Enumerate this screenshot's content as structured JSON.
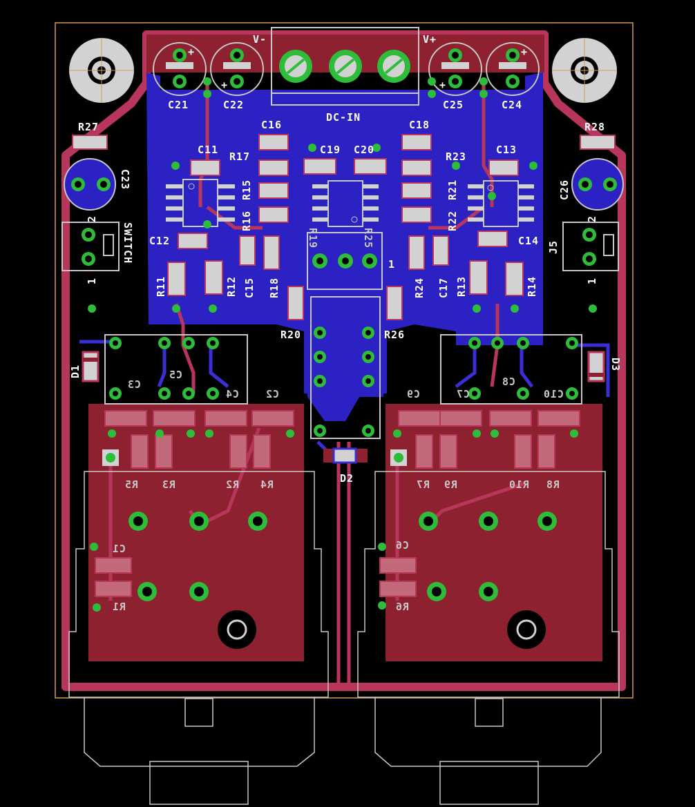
{
  "board": {
    "colors": {
      "background": "#000000",
      "top_copper": "#8e2130",
      "top_trace": "#b8365c",
      "bottom_copper": "#2c22c4",
      "bottom_trace": "#3a2fd6",
      "pad_ring": "#2dbd3a",
      "pad_body": "#d2d2d2",
      "silkscreen": "#c8c8c8",
      "outline": "#d69a55"
    },
    "labels": {
      "vminus": "V-",
      "vplus": "V+",
      "dcin": "DC-IN",
      "c21": "C21",
      "c22": "C22",
      "c25": "C25",
      "c24": "C24",
      "r27": "R27",
      "r28": "R28",
      "c23": "C23",
      "c26": "C26",
      "c16": "C16",
      "c18": "C18",
      "c11": "C11",
      "c13": "C13",
      "c19": "C19",
      "c20": "C20",
      "r17": "R17",
      "r23": "R23",
      "r15": "R15",
      "r21": "R21",
      "r16": "R16",
      "r22": "R22",
      "r19": "R19",
      "r25": "R25",
      "c12": "C12",
      "c14": "C14",
      "switch": "SWITCH",
      "j5": "J5",
      "pin1_left": "1",
      "pin2_left": "2",
      "pin1_right": "1",
      "pin2_right": "2",
      "r11": "R11",
      "r12": "R12",
      "c15": "C15",
      "r18": "R18",
      "r24": "R24",
      "c17": "C17",
      "r13": "R13",
      "r14": "R14",
      "ic_pin1": "1",
      "r20": "R20",
      "r26": "R26",
      "d1": "D1",
      "d3": "D3",
      "d2": "D2",
      "c3": "C3",
      "c5": "C5",
      "c4": "C4",
      "c2": "C2",
      "c9": "C9",
      "c7": "C7",
      "c8": "C8",
      "c10": "C10",
      "r5": "R5",
      "r3": "R3",
      "r2": "R2",
      "r4": "R4",
      "r7": "R7",
      "r9": "R9",
      "r10": "R10",
      "r8": "R8",
      "c1": "C1",
      "r1": "R1",
      "c6": "C6",
      "r6": "R6",
      "plus": "+"
    }
  }
}
